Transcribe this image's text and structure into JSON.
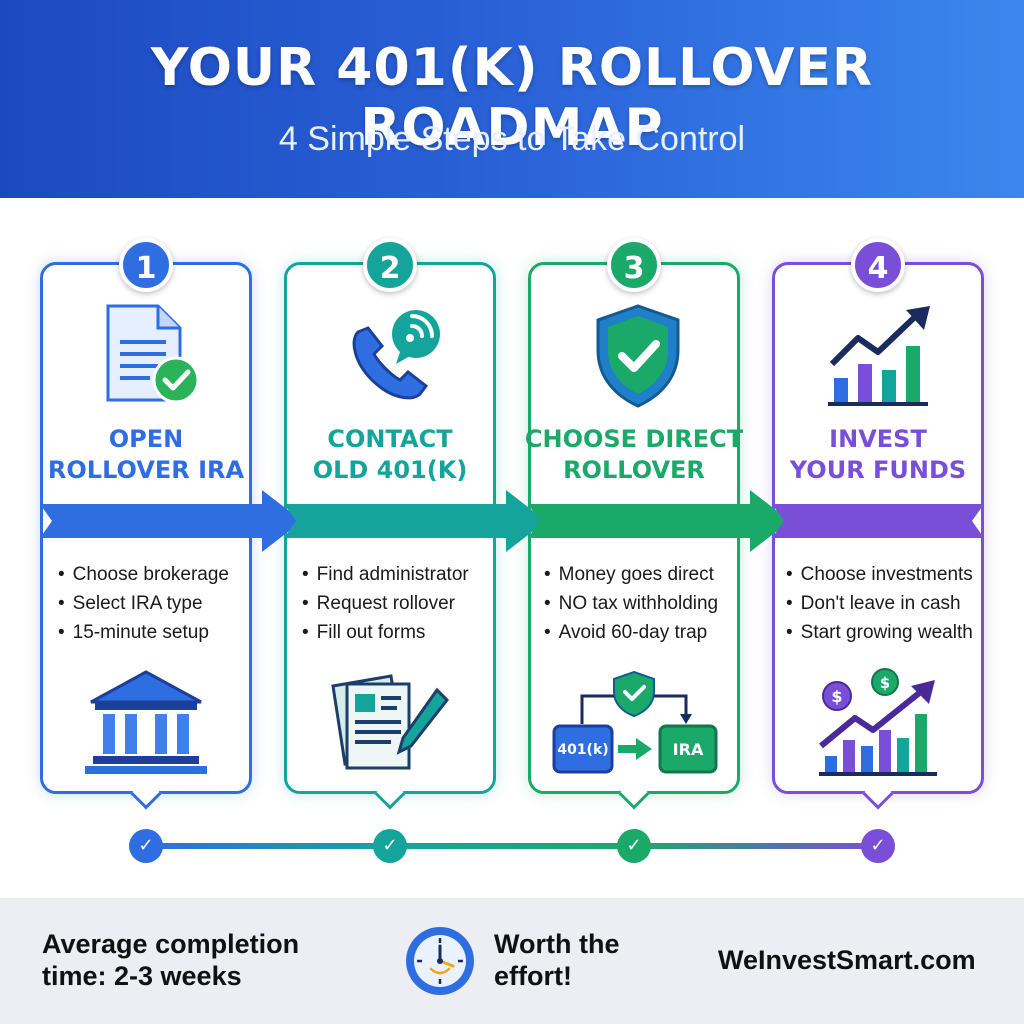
{
  "header": {
    "title": "YOUR 401(K) ROLLOVER ROADMAP",
    "subtitle": "4 Simple Steps to Take Control"
  },
  "steps": [
    {
      "number": "1",
      "title_line1": "OPEN",
      "title_line2": "ROLLOVER IRA",
      "color": "#2f6ee0",
      "icon": "document-check-icon",
      "bullets": [
        "Choose brokerage",
        "Select IRA type",
        "15-minute setup"
      ],
      "bottom_icon": "bank-icon"
    },
    {
      "number": "2",
      "title_line1": "CONTACT",
      "title_line2": "OLD 401(K)",
      "color": "#15a49b",
      "icon": "phone-chat-icon",
      "bullets": [
        "Find administrator",
        "Request rollover",
        "Fill out forms"
      ],
      "bottom_icon": "forms-pen-icon"
    },
    {
      "number": "3",
      "title_line1": "CHOOSE DIRECT",
      "title_line2": "ROLLOVER",
      "color": "#1ba96a",
      "icon": "shield-check-icon",
      "bullets": [
        "Money goes direct",
        "NO tax withholding",
        "Avoid 60-day trap"
      ],
      "bottom_icon": "transfer-diagram-icon",
      "diagram_from": "401(k)",
      "diagram_to": "IRA"
    },
    {
      "number": "4",
      "title_line1": "INVEST",
      "title_line2": "YOUR FUNDS",
      "color": "#7a4fd8",
      "icon": "growth-chart-icon",
      "bullets": [
        "Choose investments",
        "Don't leave in cash",
        "Start growing wealth"
      ],
      "bottom_icon": "money-growth-icon",
      "coin_symbol": "$"
    }
  ],
  "timeline": {
    "check_symbol": "✓"
  },
  "footer": {
    "completion_line1": "Average completion",
    "completion_line2": "time: 2-3 weeks",
    "worth_line1": "Worth the",
    "worth_line2": "effort!",
    "site": "WeInvestSmart.com",
    "clock_icon": "clock-icon"
  }
}
